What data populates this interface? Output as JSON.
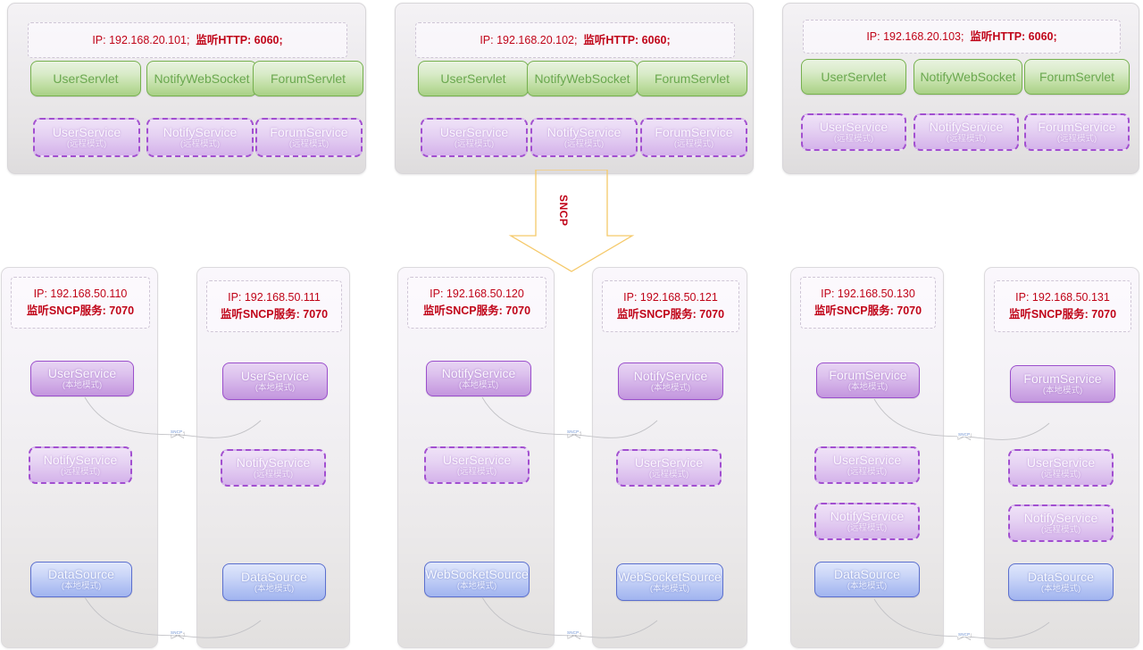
{
  "meta": {
    "diagram_title": "SNCP distributed service cluster deployment",
    "colors": {
      "ip_text": "#c00418",
      "green_border": "#76b14e",
      "green_text": "#6aa84f",
      "purple_border": "#9b4fcc",
      "blue_border": "#5b6fce",
      "arrow": "#f5c96a",
      "connector": "#b9b9bd",
      "connector_label": "#6a8fd0"
    },
    "labels": {
      "local_mode": "(本地模式)",
      "remote_mode": "(远程模式)",
      "sncp": "SNCP",
      "conn_label": "SNCP"
    }
  },
  "app_tier": [
    {
      "id": "app-1",
      "ip_prefix": "IP: 192.168.20.101;",
      "ip_listen": "监听HTTP: 6060;",
      "servlets": [
        {
          "name": "UserServlet"
        },
        {
          "name": "NotifyWebSocket"
        },
        {
          "name": "ForumServlet"
        }
      ],
      "services": [
        {
          "name": "UserService",
          "mode": "(远程模式)"
        },
        {
          "name": "NotifyService",
          "mode": "(远程模式)"
        },
        {
          "name": "ForumService",
          "mode": "(远程模式)"
        }
      ]
    },
    {
      "id": "app-2",
      "ip_prefix": "IP: 192.168.20.102;",
      "ip_listen": "监听HTTP: 6060;",
      "servlets": [
        {
          "name": "UserServlet"
        },
        {
          "name": "NotifyWebSocket"
        },
        {
          "name": "ForumServlet"
        }
      ],
      "services": [
        {
          "name": "UserService",
          "mode": "(远程模式)"
        },
        {
          "name": "NotifyService",
          "mode": "(远程模式)"
        },
        {
          "name": "ForumService",
          "mode": "(远程模式)"
        }
      ]
    },
    {
      "id": "app-3",
      "ip_prefix": "IP: 192.168.20.103;",
      "ip_listen": "监听HTTP: 6060;",
      "servlets": [
        {
          "name": "UserServlet"
        },
        {
          "name": "NotifyWebSocket"
        },
        {
          "name": "ForumServlet"
        }
      ],
      "services": [
        {
          "name": "UserService",
          "mode": "(远程模式)"
        },
        {
          "name": "NotifyService",
          "mode": "(远程模式)"
        },
        {
          "name": "ForumService",
          "mode": "(远程模式)"
        }
      ]
    }
  ],
  "arrow": {
    "protocol": "SNCP"
  },
  "service_tier": [
    {
      "group_id": "group-user",
      "nodes": [
        {
          "id": "svc-110",
          "ip_line1": "IP: 192.168.50.110",
          "ip_line2": "监听SNCP服务: 7070",
          "items": [
            {
              "name": "UserService",
              "mode": "(本地模式)",
              "kind": "purple-local"
            },
            {
              "name": "NotifyService",
              "mode": "(远程模式)",
              "kind": "purple-remote"
            },
            {
              "name": "DataSource",
              "mode": "(本地模式)",
              "kind": "blue"
            }
          ]
        },
        {
          "id": "svc-111",
          "ip_line1": "IP: 192.168.50.111",
          "ip_line2": "监听SNCP服务: 7070",
          "items": [
            {
              "name": "UserService",
              "mode": "(本地模式)",
              "kind": "purple-local"
            },
            {
              "name": "NotifyService",
              "mode": "(远程模式)",
              "kind": "purple-remote"
            },
            {
              "name": "DataSource",
              "mode": "(本地模式)",
              "kind": "blue"
            }
          ]
        }
      ]
    },
    {
      "group_id": "group-notify",
      "nodes": [
        {
          "id": "svc-120",
          "ip_line1": "IP: 192.168.50.120",
          "ip_line2": "监听SNCP服务: 7070",
          "items": [
            {
              "name": "NotifyService",
              "mode": "(本地模式)",
              "kind": "purple-local"
            },
            {
              "name": "UserService",
              "mode": "(远程模式)",
              "kind": "purple-remote"
            },
            {
              "name": "WebSocketSource",
              "mode": "(本地模式)",
              "kind": "blue"
            }
          ]
        },
        {
          "id": "svc-121",
          "ip_line1": "IP: 192.168.50.121",
          "ip_line2": "监听SNCP服务: 7070",
          "items": [
            {
              "name": "NotifyService",
              "mode": "(本地模式)",
              "kind": "purple-local"
            },
            {
              "name": "UserService",
              "mode": "(远程模式)",
              "kind": "purple-remote"
            },
            {
              "name": "WebSocketSource",
              "mode": "(本地模式)",
              "kind": "blue"
            }
          ]
        }
      ]
    },
    {
      "group_id": "group-forum",
      "nodes": [
        {
          "id": "svc-130",
          "ip_line1": "IP: 192.168.50.130",
          "ip_line2": "监听SNCP服务: 7070",
          "items": [
            {
              "name": "ForumService",
              "mode": "(本地模式)",
              "kind": "purple-local"
            },
            {
              "name": "UserService",
              "mode": "(远程模式)",
              "kind": "purple-remote"
            },
            {
              "name": "NotifyService",
              "mode": "(远程模式)",
              "kind": "purple-remote"
            },
            {
              "name": "DataSource",
              "mode": "(本地模式)",
              "kind": "blue"
            }
          ]
        },
        {
          "id": "svc-131",
          "ip_line1": "IP: 192.168.50.131",
          "ip_line2": "监听SNCP服务: 7070",
          "items": [
            {
              "name": "ForumService",
              "mode": "(本地模式)",
              "kind": "purple-local"
            },
            {
              "name": "UserService",
              "mode": "(远程模式)",
              "kind": "purple-remote"
            },
            {
              "name": "NotifyService",
              "mode": "(远程模式)",
              "kind": "purple-remote"
            },
            {
              "name": "DataSource",
              "mode": "(本地模式)",
              "kind": "blue"
            }
          ]
        }
      ]
    }
  ]
}
